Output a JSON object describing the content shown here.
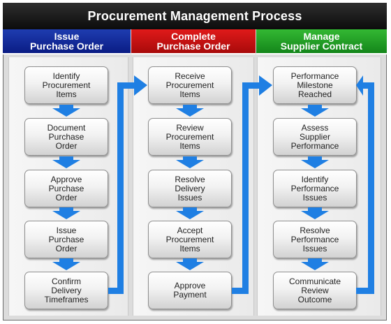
{
  "title": "Procurement Management Process",
  "colors": {
    "issue": "#0a1c84",
    "complete": "#c41010",
    "manage": "#1f9a23",
    "arrow": "#1f7fe3"
  },
  "columns": [
    {
      "heading_line1": "Issue",
      "heading_line2": "Purchase Order",
      "steps": [
        "Identify\nProcurement\nItems",
        "Document\nPurchase\nOrder",
        "Approve\nPurchase\nOrder",
        "Issue\nPurchase\nOrder",
        "Confirm\nDelivery\nTimeframes"
      ]
    },
    {
      "heading_line1": "Complete",
      "heading_line2": "Purchase Order",
      "steps": [
        "Receive\nProcurement\nItems",
        "Review\nProcurement\nItems",
        "Resolve\nDelivery\nIssues",
        "Accept\nProcurement\nItems",
        "Approve\nPayment"
      ]
    },
    {
      "heading_line1": "Manage",
      "heading_line2": "Supplier Contract",
      "steps": [
        "Performance\nMilestone\nReached",
        "Assess\nSupplier\nPerformance",
        "Identify\nPerformance\nIssues",
        "Resolve\nPerformance\nIssues",
        "Communicate\nReview\nOutcome"
      ]
    }
  ]
}
